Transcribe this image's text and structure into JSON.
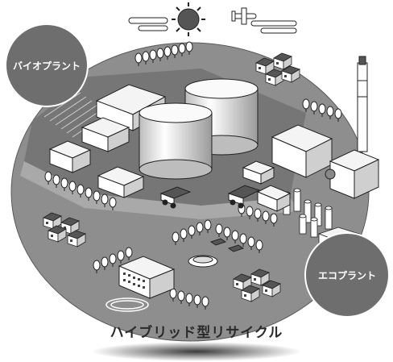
{
  "labels": {
    "bio_plant": "バイオプラント",
    "eco_plant": "エコプラント",
    "caption": "ハイブリッド型リサイクル"
  },
  "colors": {
    "ground": "#8e8e8e",
    "ground_dark": "#6f6f6f",
    "badge": "#6e6e6e",
    "building": "#f4f4f4",
    "outline": "#222222"
  },
  "icons": [
    "sun-icon",
    "airplane-icon",
    "cloud-icon",
    "house-icon",
    "tree-icon",
    "truck-icon",
    "bench-icon",
    "track-icon",
    "smokestack-icon",
    "tank-icon"
  ]
}
